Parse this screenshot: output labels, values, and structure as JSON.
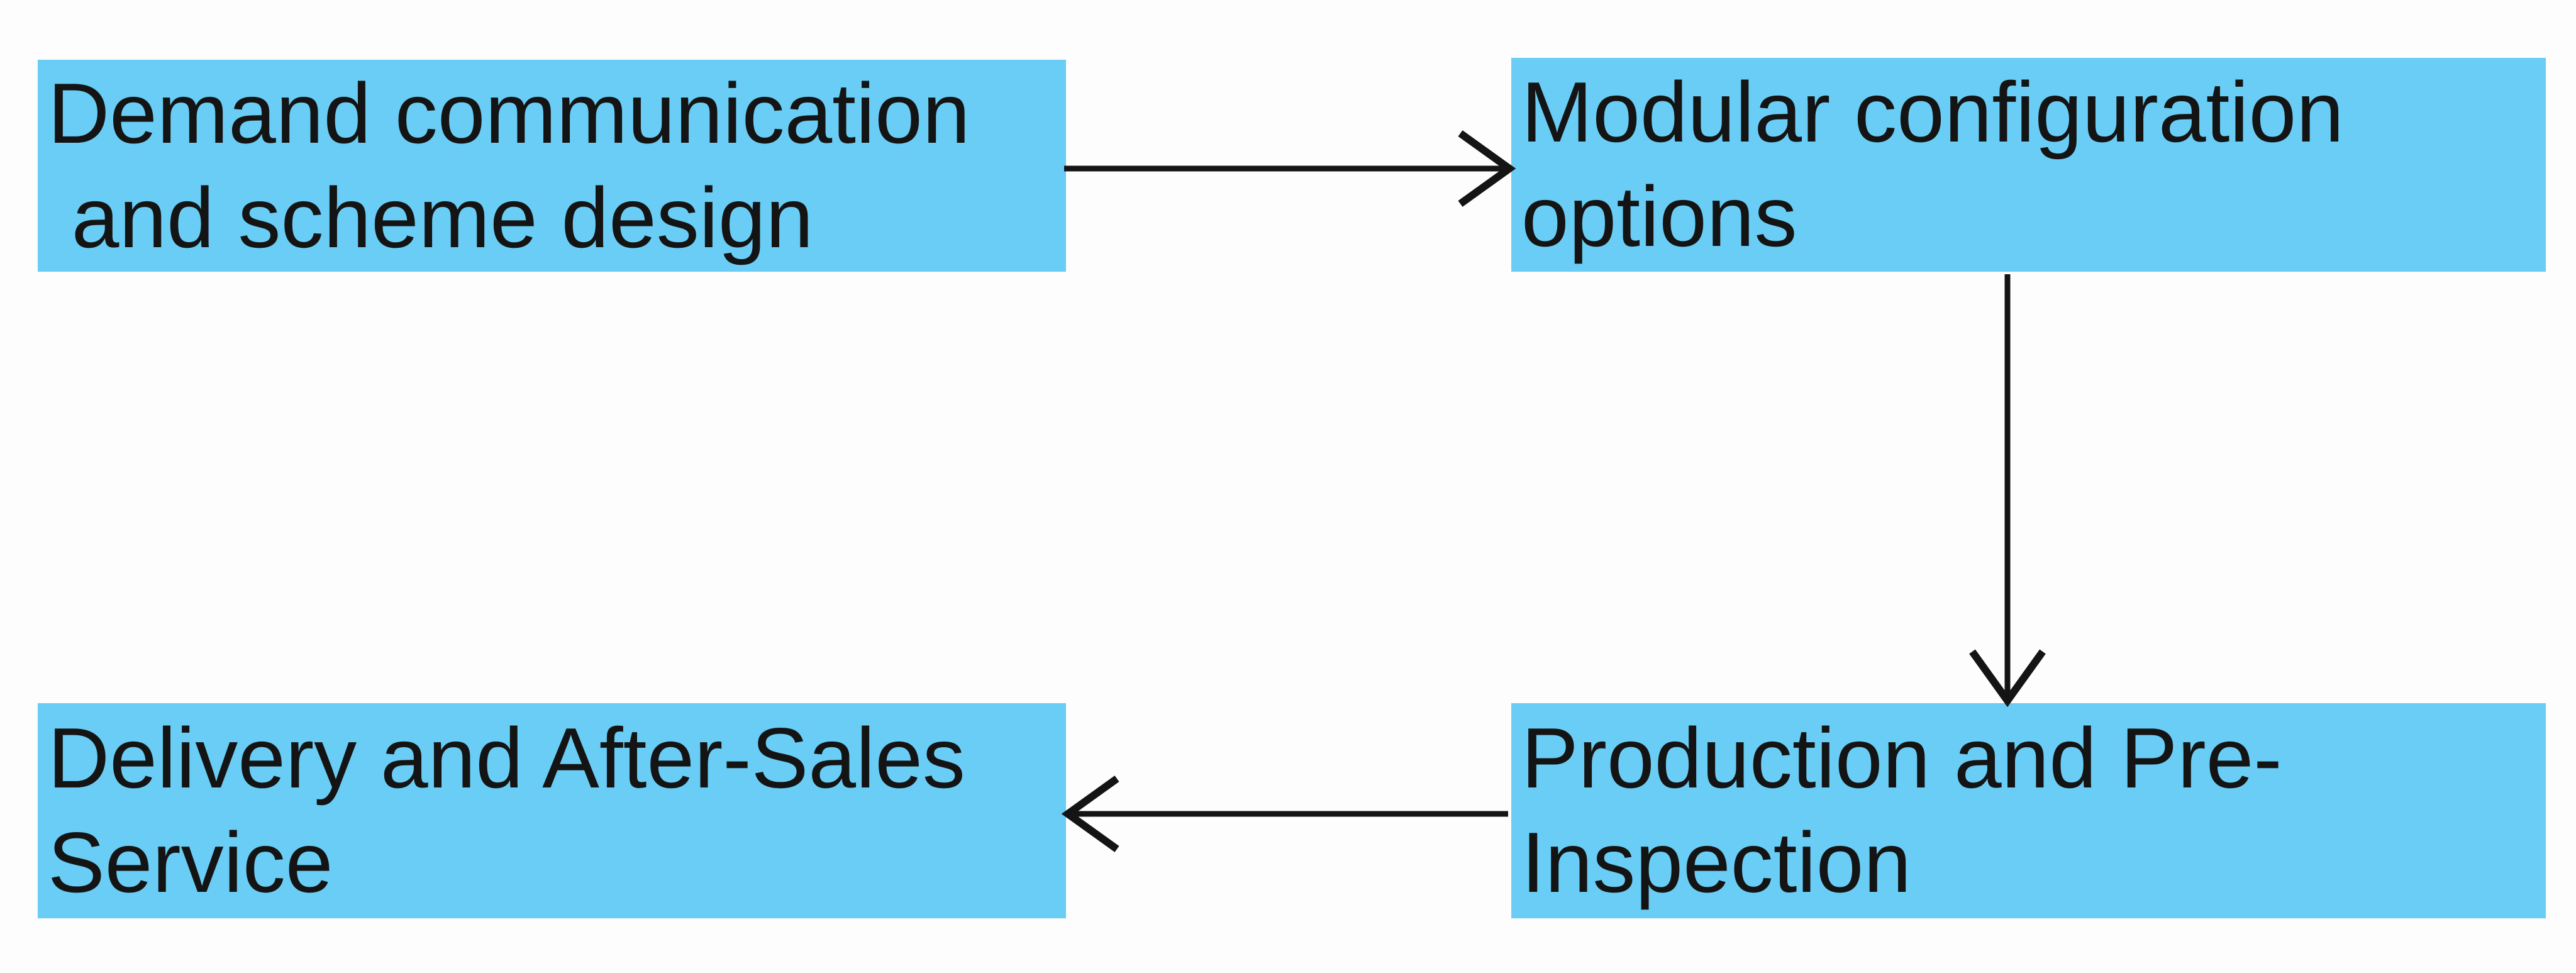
{
  "page": {
    "background_color": "#fdfdfe"
  },
  "diagram": {
    "type": "flowchart",
    "box_fill_color": "#69cdf5",
    "text_color": "#141414",
    "arrow_color": "#141414",
    "nodes": [
      {
        "id": "demand",
        "label": "Demand communication\n and scheme design"
      },
      {
        "id": "modular",
        "label": "Modular configuration\noptions"
      },
      {
        "id": "production",
        "label": "Production and Pre-\nInspection"
      },
      {
        "id": "delivery",
        "label": "Delivery and After-Sales\nService"
      }
    ],
    "edges": [
      {
        "from": "demand",
        "to": "modular",
        "direction": "right"
      },
      {
        "from": "modular",
        "to": "production",
        "direction": "down"
      },
      {
        "from": "production",
        "to": "delivery",
        "direction": "left"
      }
    ]
  }
}
